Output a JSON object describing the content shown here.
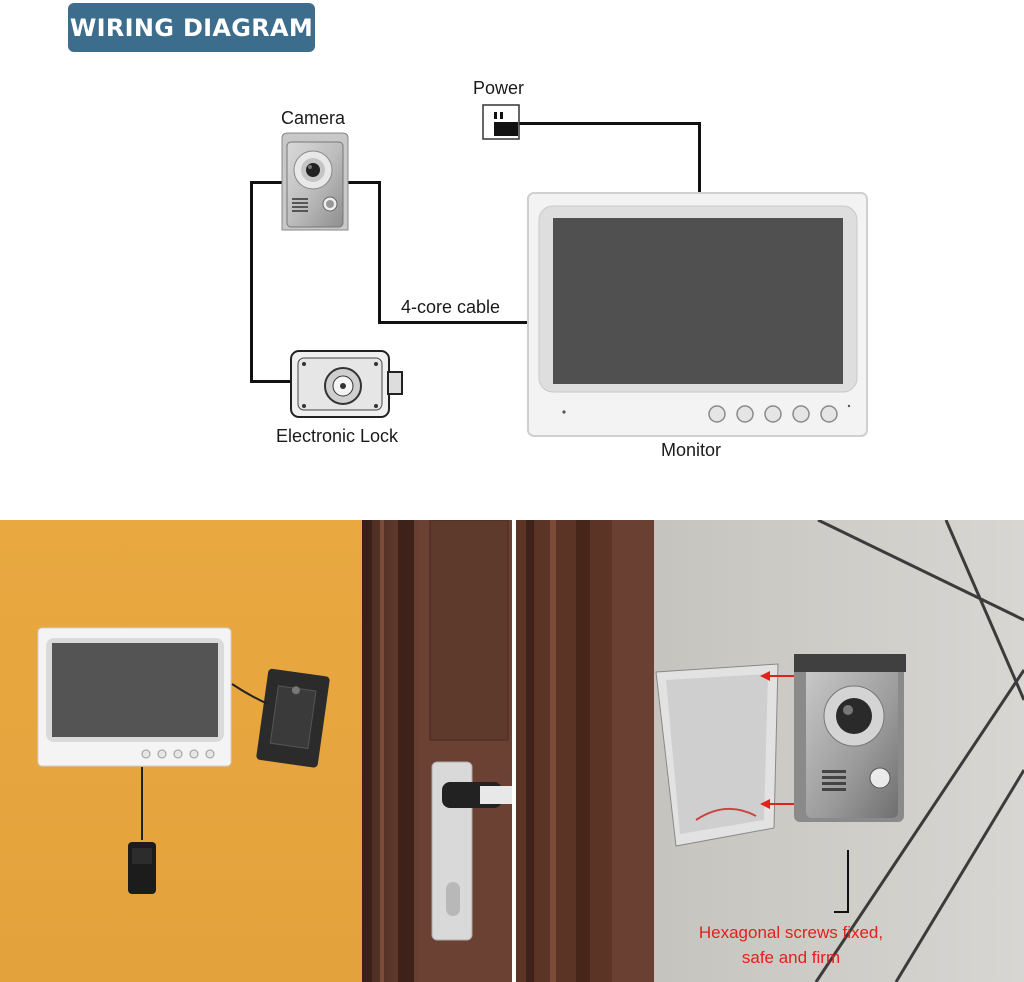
{
  "title": "WIRING DIAGRAM",
  "labels": {
    "power": "Power",
    "camera": "Camera",
    "cable": "4-core cable",
    "lock": "Electronic Lock",
    "monitor": "Monitor"
  },
  "caption": {
    "line1": "Hexagonal screws fixed,",
    "line2": "safe and firm"
  },
  "colors": {
    "title_bg": "#3c6d8c",
    "wire": "#111111",
    "caption": "#e3201b",
    "wall_orange": "#e7a43f",
    "door_wood": "#5a3528"
  },
  "icons": [
    "power-plug-icon",
    "camera-icon",
    "electronic-lock-icon",
    "monitor-icon",
    "red-arrow-icon"
  ]
}
